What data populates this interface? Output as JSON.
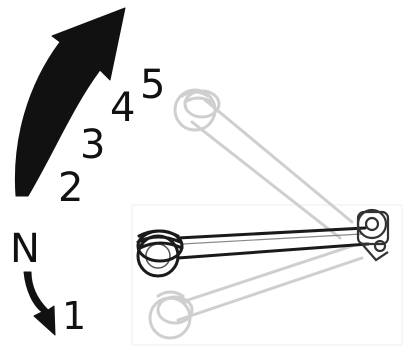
{
  "diagram": {
    "gear_labels": {
      "neutral": "N",
      "first": "1",
      "second": "2",
      "third": "3",
      "fourth": "4",
      "fifth": "5"
    },
    "up_shift_arrow": "curved-up-arrow",
    "down_shift_arrow": "curved-down-arrow",
    "colors": {
      "ink": "#111111",
      "active_lever": "#1a1a1a",
      "ghost_lever": "#cccccc"
    }
  }
}
